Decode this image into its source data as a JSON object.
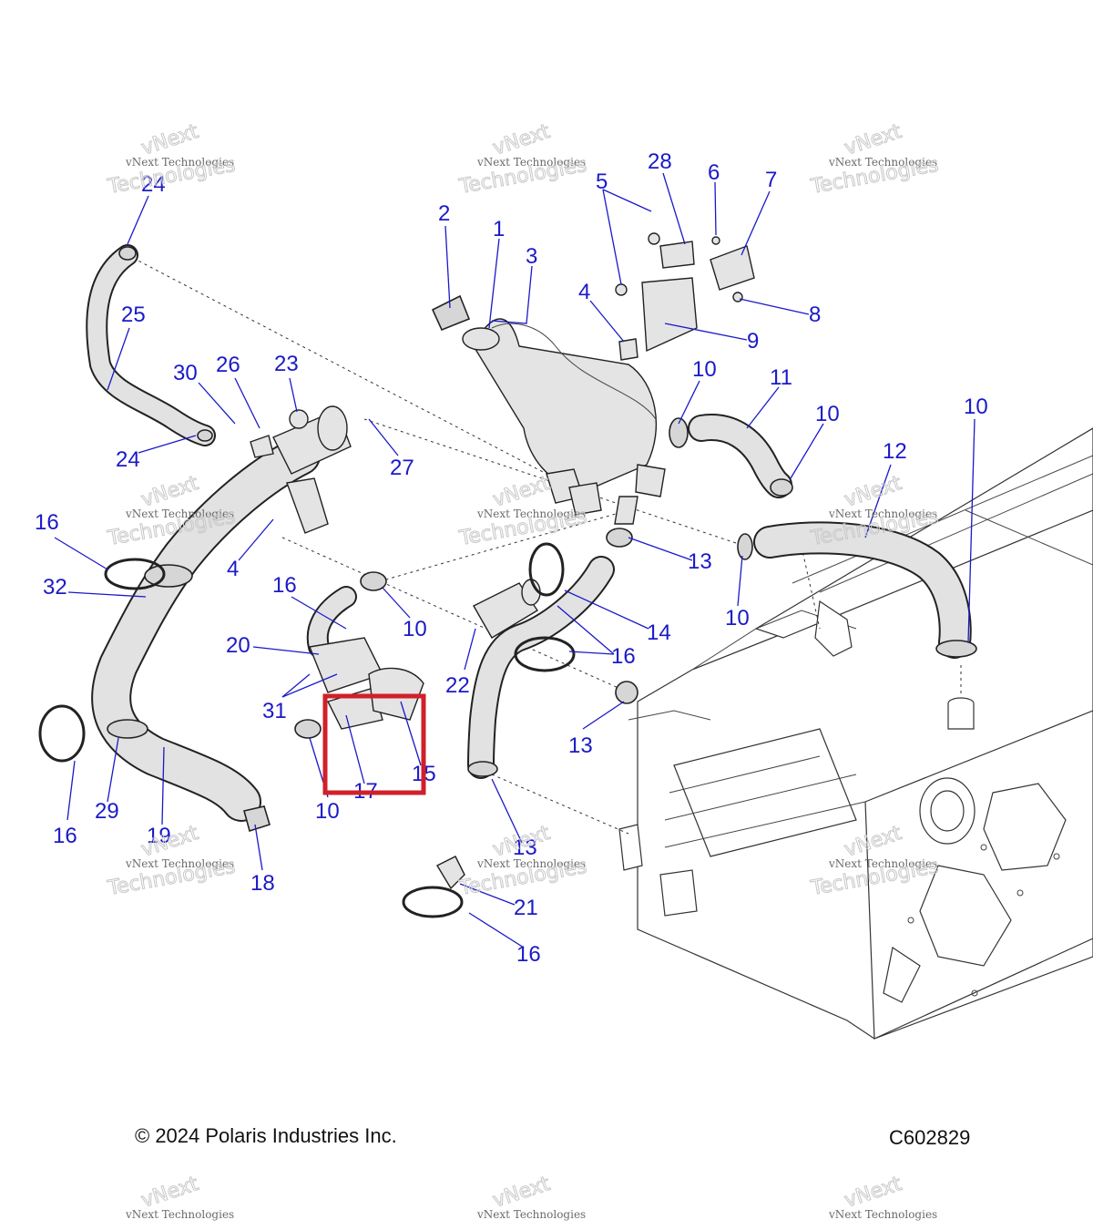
{
  "callouts": [
    {
      "id": "c24a",
      "label": "24"
    },
    {
      "id": "c25",
      "label": "25"
    },
    {
      "id": "c30",
      "label": "30"
    },
    {
      "id": "c26",
      "label": "26"
    },
    {
      "id": "c23",
      "label": "23"
    },
    {
      "id": "c24b",
      "label": "24"
    },
    {
      "id": "c27",
      "label": "27"
    },
    {
      "id": "c16a",
      "label": "16"
    },
    {
      "id": "c32",
      "label": "32"
    },
    {
      "id": "c4a",
      "label": "4"
    },
    {
      "id": "c16b",
      "label": "16"
    },
    {
      "id": "c10a",
      "label": "10"
    },
    {
      "id": "c20",
      "label": "20"
    },
    {
      "id": "c31",
      "label": "31"
    },
    {
      "id": "c16c",
      "label": "16"
    },
    {
      "id": "c29",
      "label": "29"
    },
    {
      "id": "c19",
      "label": "19"
    },
    {
      "id": "c18",
      "label": "18"
    },
    {
      "id": "c10b",
      "label": "10"
    },
    {
      "id": "c17",
      "label": "17"
    },
    {
      "id": "c15",
      "label": "15"
    },
    {
      "id": "c2",
      "label": "2"
    },
    {
      "id": "c1",
      "label": "1"
    },
    {
      "id": "c3",
      "label": "3"
    },
    {
      "id": "c5",
      "label": "5"
    },
    {
      "id": "c28",
      "label": "28"
    },
    {
      "id": "c6",
      "label": "6"
    },
    {
      "id": "c7",
      "label": "7"
    },
    {
      "id": "c4b",
      "label": "4"
    },
    {
      "id": "c8",
      "label": "8"
    },
    {
      "id": "c9",
      "label": "9"
    },
    {
      "id": "c10c",
      "label": "10"
    },
    {
      "id": "c11",
      "label": "11"
    },
    {
      "id": "c10d",
      "label": "10"
    },
    {
      "id": "c10e",
      "label": "10"
    },
    {
      "id": "c12",
      "label": "12"
    },
    {
      "id": "c13a",
      "label": "13"
    },
    {
      "id": "c10f",
      "label": "10"
    },
    {
      "id": "c14",
      "label": "14"
    },
    {
      "id": "c16d",
      "label": "16"
    },
    {
      "id": "c22",
      "label": "22"
    },
    {
      "id": "c13b",
      "label": "13"
    },
    {
      "id": "c13c",
      "label": "13"
    },
    {
      "id": "c21",
      "label": "21"
    },
    {
      "id": "c16e",
      "label": "16"
    }
  ],
  "watermark": {
    "line1": "vNext Technologies",
    "line2": "vNext",
    "line3": "Technologies"
  },
  "footer": {
    "copyright": "© 2024 Polaris Industries Inc.",
    "diagram_code": "C602829"
  },
  "highlight": {
    "color": "#d0202a",
    "target": "17"
  },
  "colors": {
    "callout": "#1a1ac8",
    "part_fill": "#e4e4e4",
    "outline": "#222222"
  }
}
